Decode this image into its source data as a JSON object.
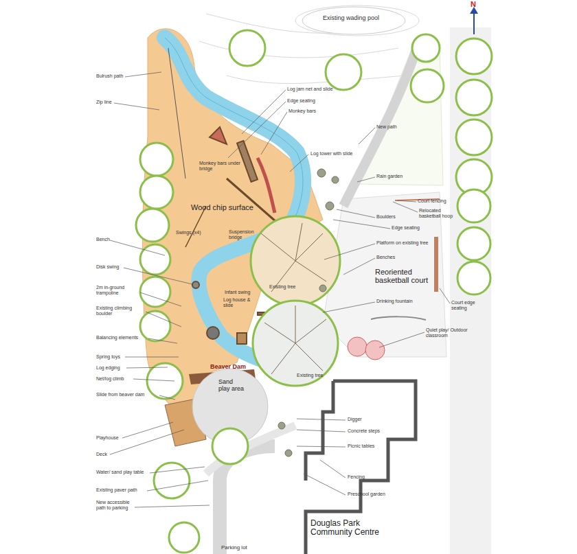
{
  "diagram": {
    "labels": [
      "Existing wading pool",
      "N",
      "Bulrush path",
      "Zip line",
      "Log jam net and slide",
      "Edge seating",
      "Monkey bars",
      "New path",
      "Monkey bars under bridge",
      "Log tower with slide",
      "Rain garden",
      "Wood chip surface",
      "Court fencing",
      "Relocated basketball hoop",
      "Boulders",
      "Edge seating",
      "Swings (x4)",
      "Suspension bridge",
      "Platform on existing tree",
      "Bench",
      "Benches",
      "Reoriented basketball court",
      "Disk swing",
      "Existing tree",
      "2m in-ground trampoline",
      "Infant swing",
      "Drinking fountain",
      "Court edge seating",
      "Log house & slide",
      "Existing climbing boulder",
      "Balancing elements",
      "Quiet play/ Outdoor classroom",
      "Spring toys",
      "Log edging",
      "Beaver Dam",
      "Existing tree",
      "Net/log climb",
      "Slide from beaver dam",
      "Sand play area",
      "Playhouse",
      "Digger",
      "Concrete steps",
      "Picnic tables",
      "Deck",
      "Water/ sand play table",
      "Fencing",
      "Existing paver path",
      "Preschool garden",
      "New accessible path to parking",
      "Douglas Park Community Centre",
      "Parking lot"
    ]
  }
}
